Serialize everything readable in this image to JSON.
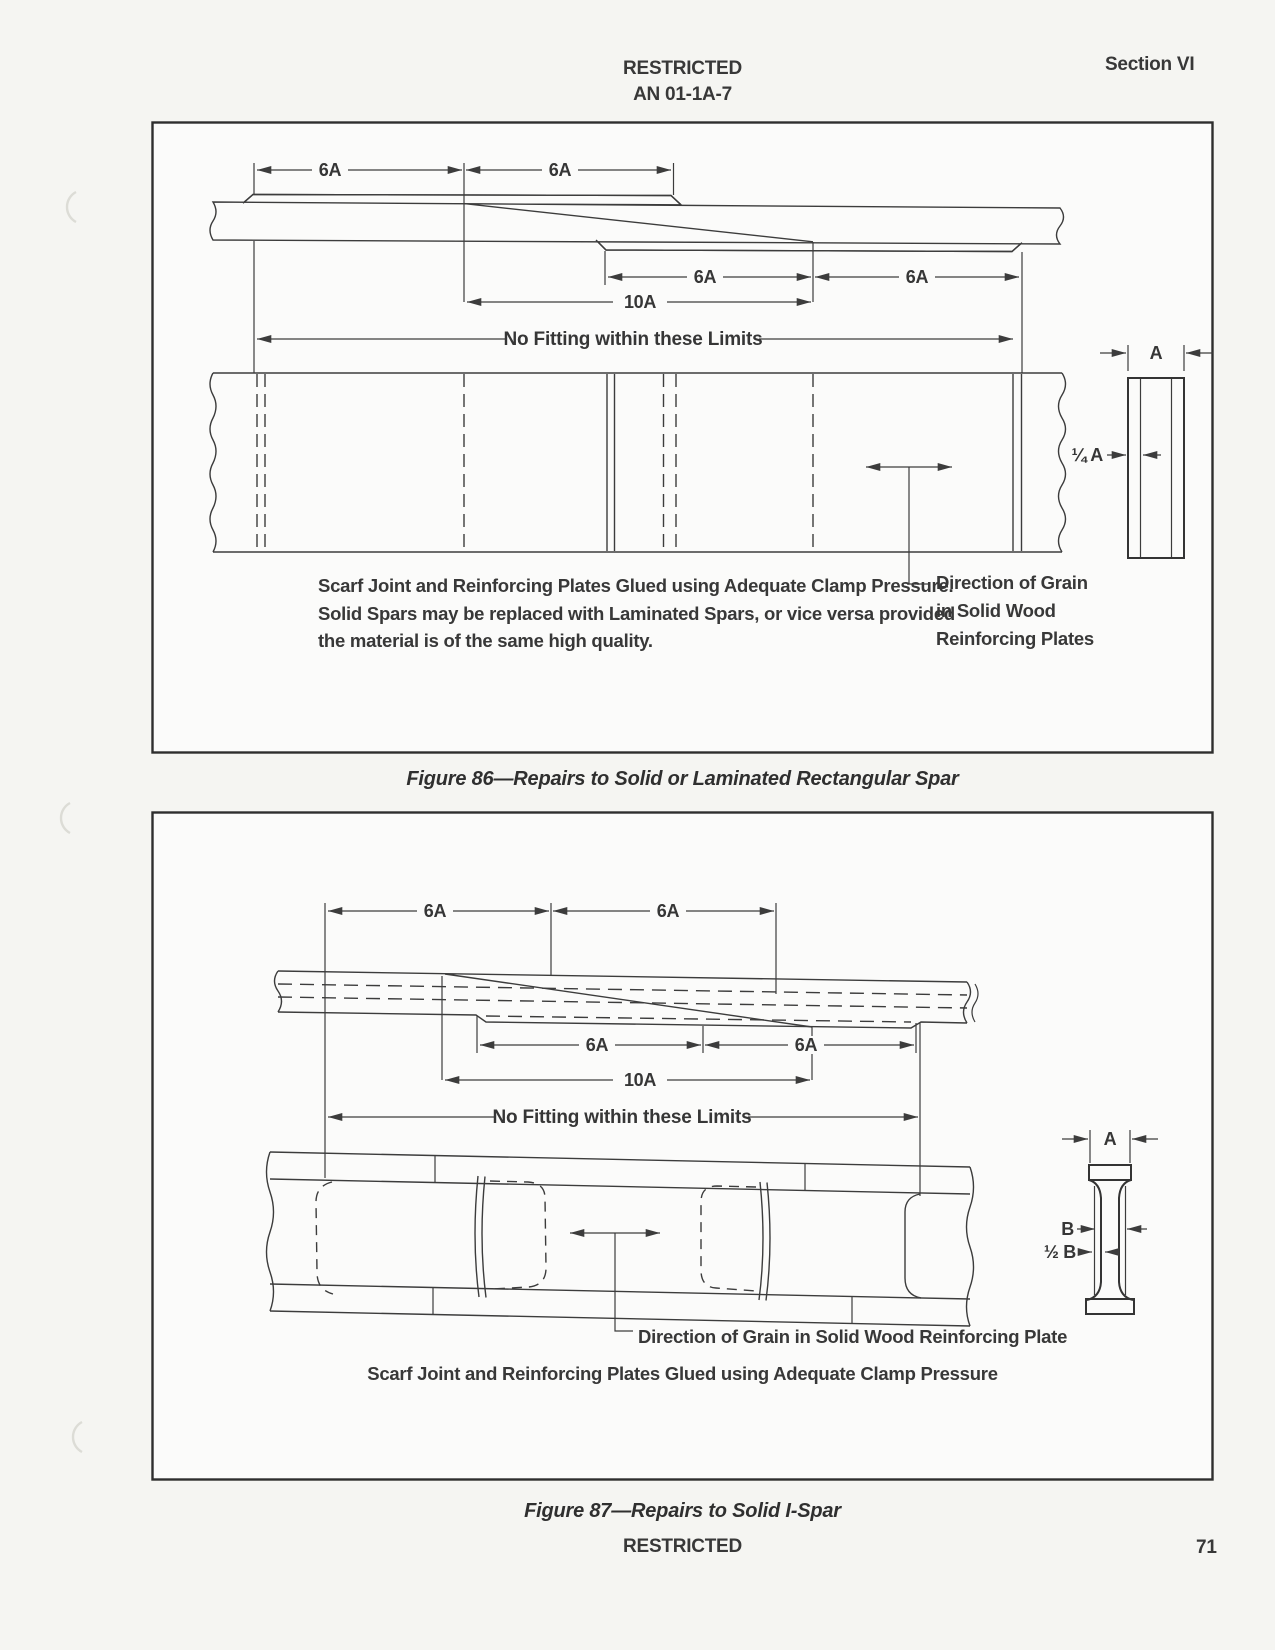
{
  "header": {
    "classification": "RESTRICTED",
    "document_number": "AN 01-1A-7",
    "section": "Section VI"
  },
  "figure86": {
    "dim_top_left": "6A",
    "dim_top_right": "6A",
    "dim_bottom_left": "6A",
    "dim_bottom_right": "6A",
    "dim_scarf_length": "10A",
    "dim_no_fitting": "No Fitting within these Limits",
    "dim_spar_width": "A",
    "dim_plate_thickness": "¼ A",
    "note_line1": "Scarf Joint and Reinforcing Plates Glued using Adequate Clamp Pressure.",
    "note_line2": "Solid Spars may be replaced with Laminated Spars, or vice versa provided",
    "note_line3": "the material is of the same high quality.",
    "grain_line1": "Direction of Grain",
    "grain_line2": "in Solid Wood",
    "grain_line3": "Reinforcing Plates",
    "caption": "Figure 86—Repairs to Solid or Laminated Rectangular Spar"
  },
  "figure87": {
    "dim_top_left": "6A",
    "dim_top_right": "6A",
    "dim_bottom_left": "6A",
    "dim_bottom_right": "6A",
    "dim_scarf_length": "10A",
    "dim_no_fitting": "No Fitting within these Limits",
    "dim_spar_width": "A",
    "dim_web": "B",
    "dim_half_web": "½ B",
    "grain_label": "Direction of Grain in Solid Wood Reinforcing Plate",
    "note": "Scarf Joint and Reinforcing Plates Glued using Adequate Clamp Pressure",
    "caption": "Figure 87—Repairs to Solid I-Spar"
  },
  "footer": {
    "classification": "RESTRICTED",
    "page_number": "71"
  }
}
